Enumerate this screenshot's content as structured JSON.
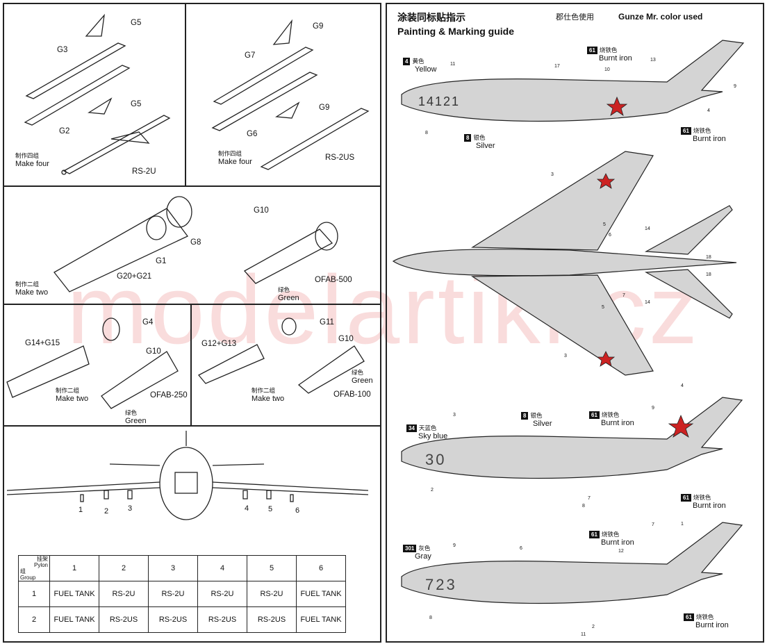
{
  "guide": {
    "title_cn": "涂装同标贴指示",
    "title_en": "Painting & Marking guide",
    "gunze_cn": "郡仕色使用",
    "gunze_en": "Gunze Mr. color used"
  },
  "watermark": "modelartikl.cz",
  "weapons": {
    "rs2u": {
      "name": "RS-2U",
      "parts": [
        "G5",
        "G3",
        "G2",
        "G5"
      ],
      "make_cn": "制作四组",
      "make_en": "Make four"
    },
    "rs2us": {
      "name": "RS-2US",
      "parts": [
        "G9",
        "G7",
        "G6",
        "G9"
      ],
      "make_cn": "制作四组",
      "make_en": "Make four"
    },
    "ofab500": {
      "name": "OFAB-500",
      "parts": [
        "G10",
        "G8",
        "G1",
        "G20+G21"
      ],
      "make_cn": "制作二组",
      "make_en": "Make two",
      "color_cn": "绿色",
      "color_en": "Green"
    },
    "ofab250": {
      "name": "OFAB-250",
      "parts": [
        "G4",
        "G14+G15",
        "G10"
      ],
      "make_cn": "制作二组",
      "make_en": "Make two",
      "color_cn": "绿色",
      "color_en": "Green"
    },
    "ofab100": {
      "name": "OFAB-100",
      "parts": [
        "G11",
        "G12+G13",
        "G10"
      ],
      "make_cn": "制作二组",
      "make_en": "Make two",
      "color_cn": "绿色",
      "color_en": "Green"
    }
  },
  "pylons": {
    "numbers": [
      "1",
      "2",
      "3",
      "4",
      "5",
      "6"
    ]
  },
  "table": {
    "header_group_cn": "组",
    "header_group_en": "Group",
    "header_pylon_cn": "挂架",
    "header_pylon_en": "Pylon",
    "columns": [
      "1",
      "2",
      "3",
      "4",
      "5",
      "6"
    ],
    "rows": [
      {
        "group": "1",
        "cells": [
          "FUEL TANK",
          "RS-2U",
          "RS-2U",
          "RS-2U",
          "RS-2U",
          "FUEL TANK"
        ]
      },
      {
        "group": "2",
        "cells": [
          "FUEL TANK",
          "RS-2US",
          "RS-2US",
          "RS-2US",
          "RS-2US",
          "FUEL TANK"
        ]
      }
    ]
  },
  "colors": {
    "c4": {
      "code": "4",
      "cn": "黄色",
      "en": "Yellow"
    },
    "c8": {
      "code": "8",
      "cn": "银色",
      "en": "Silver"
    },
    "c61": {
      "code": "61",
      "cn": "烧铁色",
      "en": "Burnt iron"
    },
    "c34": {
      "code": "34",
      "cn": "天蓝色",
      "en": "Sky blue"
    },
    "c301": {
      "code": "301",
      "cn": "灰色",
      "en": "Gray"
    }
  },
  "aircraft": {
    "a1": {
      "serial": "14121",
      "callouts": [
        "11",
        "17",
        "10",
        "13",
        "9",
        "4",
        "8"
      ]
    },
    "top": {
      "callouts": [
        "3",
        "5",
        "6",
        "14",
        "18",
        "18",
        "7",
        "5",
        "14",
        "3"
      ]
    },
    "a3": {
      "serial": "30",
      "callouts": [
        "3",
        "4",
        "9",
        "2",
        "7",
        "8"
      ]
    },
    "a4": {
      "serial": "723",
      "callouts": [
        "9",
        "6",
        "7",
        "1",
        "12",
        "8",
        "2",
        "11"
      ]
    }
  }
}
